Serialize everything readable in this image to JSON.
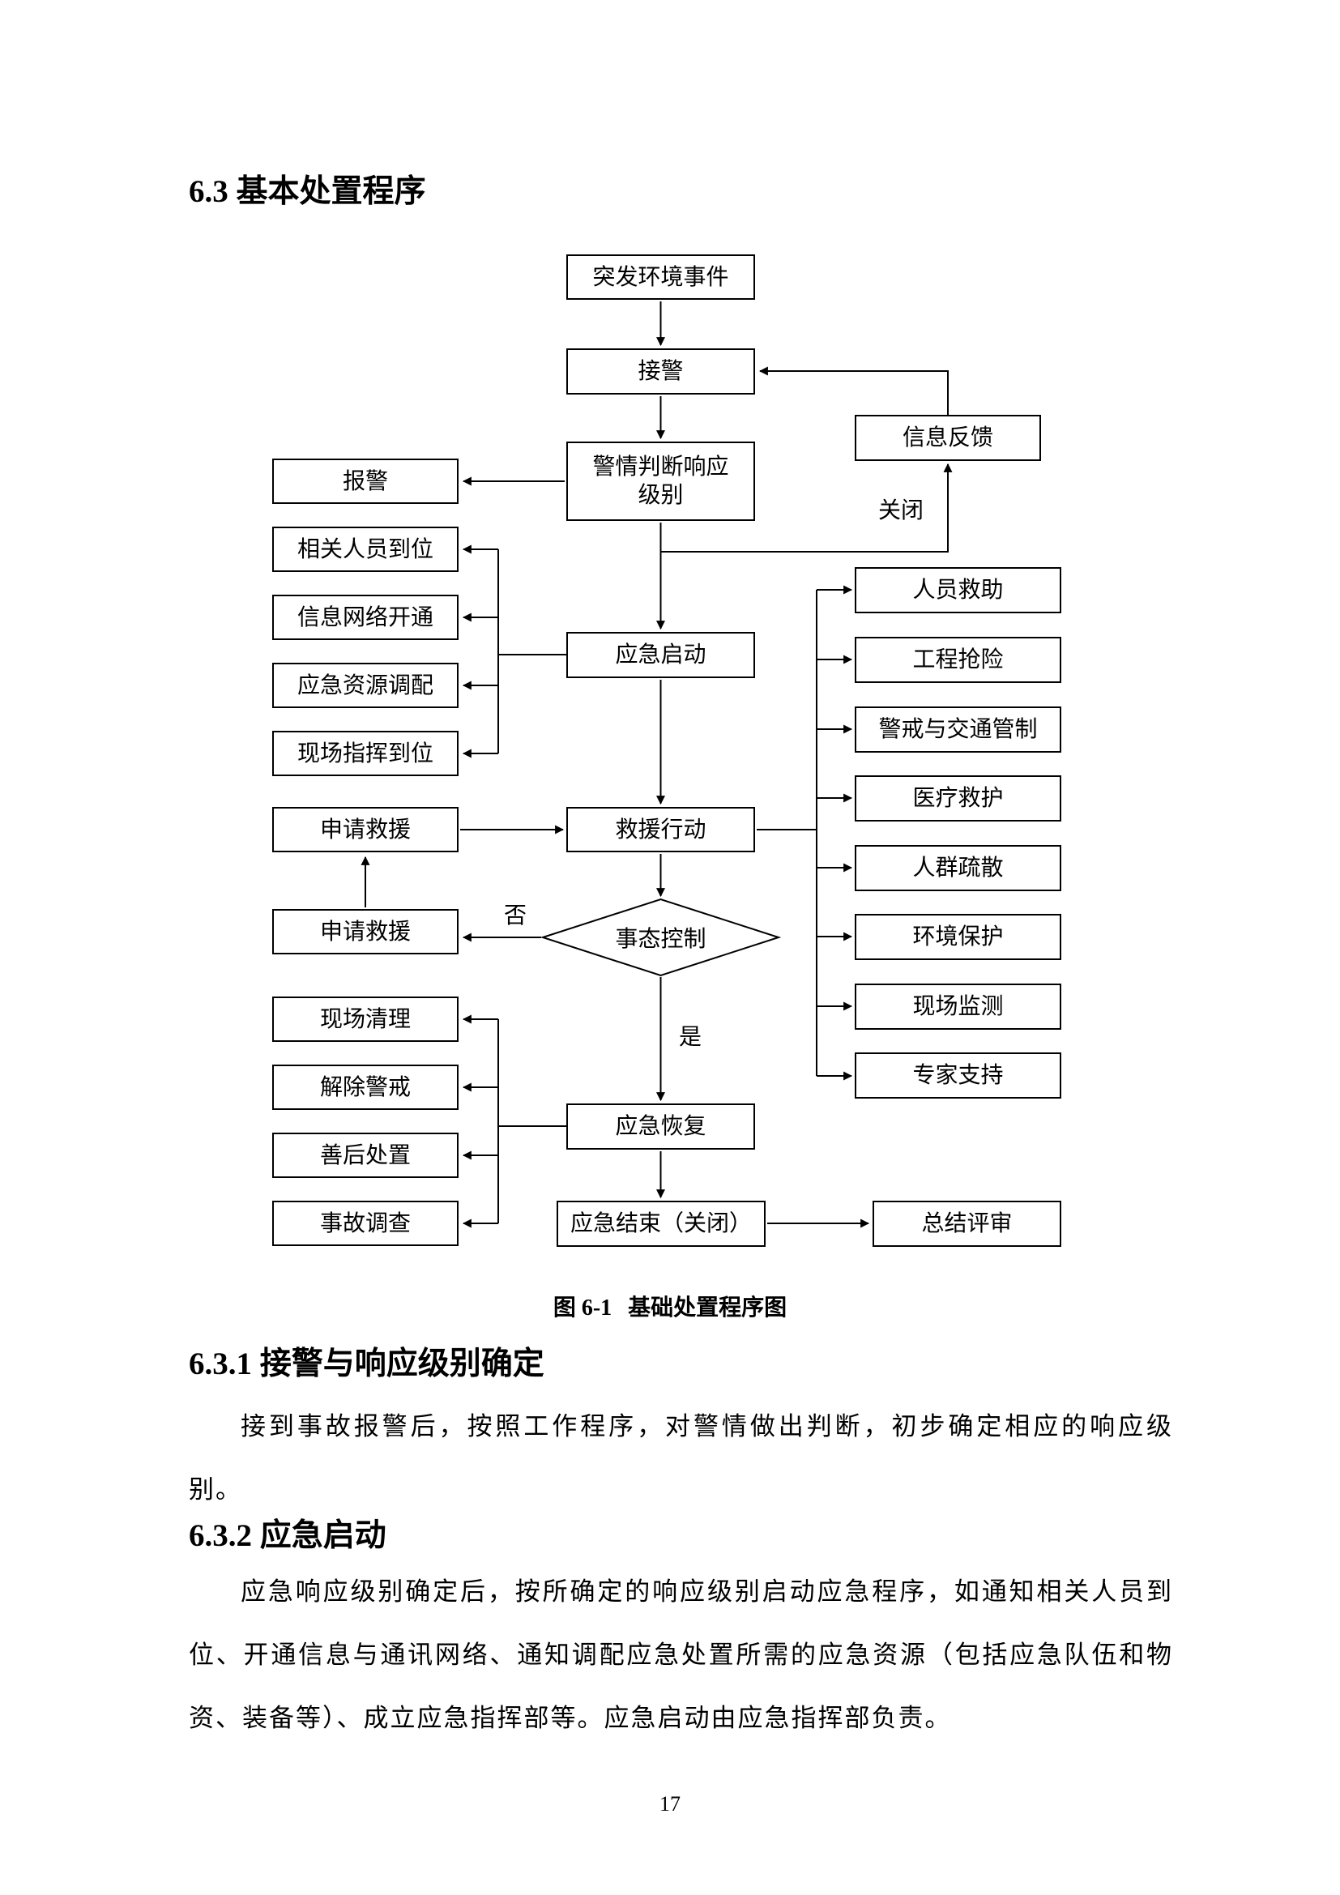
{
  "document": {
    "title_63": "6.3 基本处置程序",
    "title_631": "6.3.1 接警与响应级别确定",
    "para_631": "接到事故报警后，按照工作程序，对警情做出判断，初步确定相应的响应级别。",
    "title_632": "6.3.2 应急启动",
    "para_632": "应急响应级别确定后，按所确定的响应级别启动应急程序，如通知相关人员到位、开通信息与通讯网络、通知调配应急处置所需的应急资源（包括应急队伍和物资、装备等）、成立应急指挥部等。应急启动由应急指挥部负责。",
    "page_number": "17"
  },
  "figure": {
    "caption_label": "图 6-1",
    "caption_text": "基础处置程序图"
  },
  "flowchart": {
    "nodes": {
      "incident": "突发环境事件",
      "receive_alarm": "接警",
      "info_feedback": "信息反馈",
      "judge_level": "警情判断响应\n级别",
      "report": "报警",
      "personnel_in_place": "相关人员到位",
      "network_open": "信息网络开通",
      "resource_dispatch": "应急资源调配",
      "site_command": "现场指挥到位",
      "emergency_start": "应急启动",
      "rescue_people": "人员救助",
      "engineering_rescue": "工程抢险",
      "traffic_control": "警戒与交通管制",
      "medical_aid": "医疗救护",
      "crowd_evacuation": "人群疏散",
      "env_protection": "环境保护",
      "site_monitoring": "现场监测",
      "expert_support": "专家支持",
      "request_rescue_1": "申请救援",
      "rescue_action": "救援行动",
      "request_rescue_2": "申请救援",
      "situation_control": "事态控制",
      "site_cleanup": "现场清理",
      "lift_alert": "解除警戒",
      "aftermath": "善后处置",
      "accident_investigation": "事故调查",
      "emergency_recovery": "应急恢复",
      "emergency_end": "应急结束（关闭）",
      "summary_review": "总结评审"
    },
    "edge_labels": {
      "close": "关闭",
      "no": "否",
      "yes": "是"
    }
  }
}
